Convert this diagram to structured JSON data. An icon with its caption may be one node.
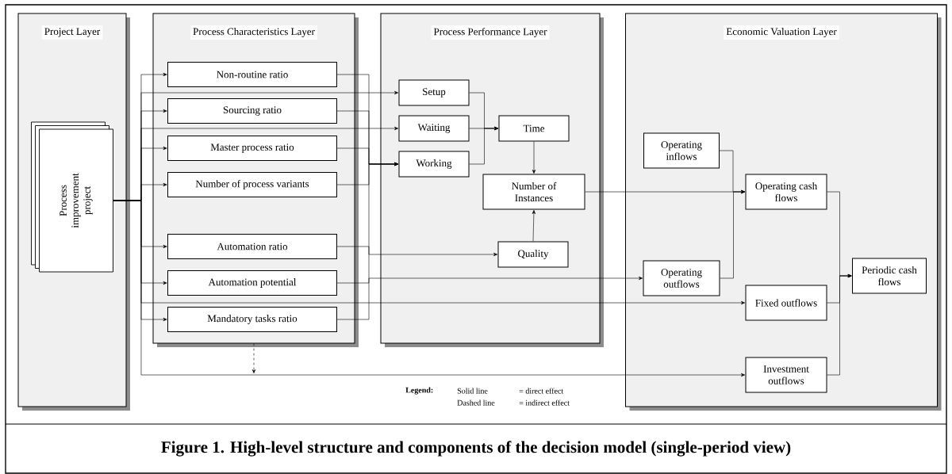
{
  "diagram": {
    "caption": "Figure 1. High-level structure and components of the decision model (single-period view)",
    "nodes": [
      {
        "text": [
          "Project Layer"
        ]
      },
      {
        "text": [
          "Process Characteristics Layer"
        ]
      },
      {
        "text": [
          "Process Performance Layer"
        ]
      },
      {
        "text": [
          "Economic Valuation Layer"
        ]
      },
      {
        "text": [
          "Process improvement project"
        ],
        "in": 0
      },
      {
        "text": [
          "Non-routine ratio"
        ],
        "in": 1
      },
      {
        "text": [
          "Sourcing ratio"
        ],
        "in": 1
      },
      {
        "text": [
          "Master process ratio"
        ],
        "in": 1
      },
      {
        "text": [
          "Number of process variants"
        ],
        "in": 1
      },
      {
        "text": [
          "Automation ratio"
        ],
        "in": 1
      },
      {
        "text": [
          "Automation potential"
        ],
        "in": 1
      },
      {
        "text": [
          "Mandatory tasks ratio"
        ],
        "in": 1
      },
      {
        "text": [
          "Setup"
        ],
        "in": 2
      },
      {
        "text": [
          "Waiting"
        ],
        "in": 2
      },
      {
        "text": [
          "Working"
        ],
        "in": 2
      },
      {
        "text": [
          "Time"
        ],
        "in": 2
      },
      {
        "text": [
          "Number of Instances"
        ],
        "in": 2
      },
      {
        "text": [
          "Quality"
        ],
        "in": 2
      },
      {
        "text": [
          "Operating inflows"
        ],
        "in": 3
      },
      {
        "text": [
          "Operating cash flows"
        ],
        "in": 3
      },
      {
        "text": [
          "Operating outflows"
        ],
        "in": 3
      },
      {
        "text": [
          "Fixed outflows"
        ],
        "in": 3
      },
      {
        "text": [
          "Investment outflows"
        ],
        "in": 3
      },
      {
        "text": [
          "Periodic cash flows"
        ],
        "in": 3
      }
    ],
    "edges": [
      {
        "from": 4,
        "to": 5,
        "arrow": "to"
      },
      {
        "from": 4,
        "to": 6,
        "arrow": "to"
      },
      {
        "from": 4,
        "to": 7,
        "arrow": "to"
      },
      {
        "from": 4,
        "to": 8,
        "arrow": "to"
      },
      {
        "from": 4,
        "to": 9,
        "arrow": "to"
      },
      {
        "from": 4,
        "to": 10,
        "arrow": "to"
      },
      {
        "from": 4,
        "to": 11,
        "arrow": "to"
      },
      {
        "from": 4,
        "to": 12,
        "arrow": "to"
      },
      {
        "from": 4,
        "to": 13,
        "arrow": "to"
      },
      {
        "from": 4,
        "to": 21,
        "arrow": "to"
      },
      {
        "from": 4,
        "to": 22,
        "arrow": "to"
      },
      {
        "from": 5,
        "to": 14,
        "arrow": "to"
      },
      {
        "from": 6,
        "to": 14,
        "arrow": "to"
      },
      {
        "from": 7,
        "to": 14,
        "arrow": "to"
      },
      {
        "from": 8,
        "to": 14,
        "arrow": "to"
      },
      {
        "from": 11,
        "to": 14,
        "arrow": "to"
      },
      {
        "from": 9,
        "to": 17,
        "arrow": "to"
      },
      {
        "from": 10,
        "to": 20,
        "arrow": "to"
      },
      {
        "from": 12,
        "to": 15,
        "arrow": "to"
      },
      {
        "from": 13,
        "to": 15,
        "arrow": "to"
      },
      {
        "from": 14,
        "to": 15,
        "arrow": "to"
      },
      {
        "from": 15,
        "to": 16,
        "arrow": "to"
      },
      {
        "from": 17,
        "to": 16,
        "arrow": "to"
      },
      {
        "from": 16,
        "to": 19,
        "arrow": "to"
      },
      {
        "from": 18,
        "to": 19,
        "arrow": "to"
      },
      {
        "from": 20,
        "to": 19,
        "arrow": "to"
      },
      {
        "from": 19,
        "to": 23,
        "arrow": "to"
      },
      {
        "from": 21,
        "to": 23,
        "arrow": "to"
      },
      {
        "from": 22,
        "to": 23,
        "arrow": "to"
      },
      {
        "from": 1,
        "to": null,
        "arrow": "to",
        "style": "dashed"
      }
    ],
    "labels": [
      "Legend:",
      "Solid line",
      "= direct effect",
      "Dashed line",
      "= indirect effect"
    ]
  }
}
